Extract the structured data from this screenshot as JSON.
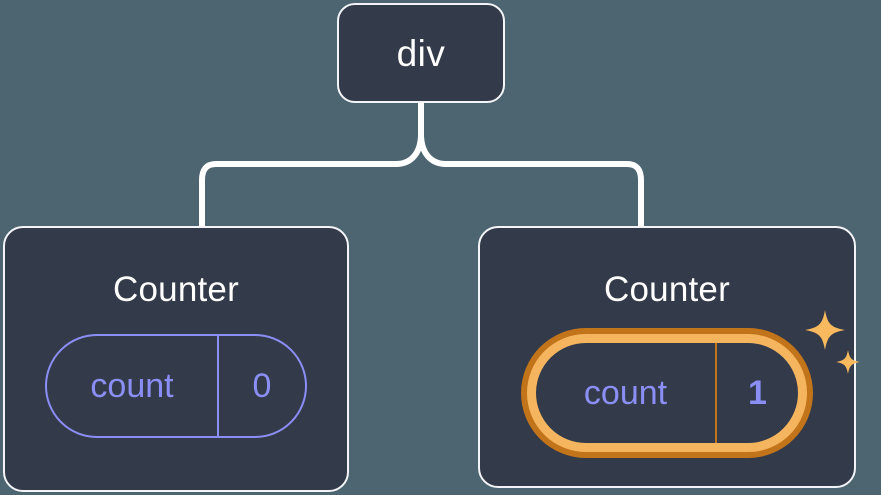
{
  "diagram": {
    "type": "component-tree",
    "background_color": "#4c6570",
    "node_fill_color": "#333a49",
    "node_border_color": "#f2f4f7",
    "edge_color": "#ffffff",
    "state_accent_color": "#8b8ef5",
    "highlight_outer_color": "#c2741a",
    "highlight_inner_color": "#f5b55e",
    "sparkle_color": "#f8b95f"
  },
  "root": {
    "label": "div"
  },
  "children": [
    {
      "title": "Counter",
      "state": {
        "key": "count",
        "value": "0"
      },
      "highlighted": false
    },
    {
      "title": "Counter",
      "state": {
        "key": "count",
        "value": "1"
      },
      "highlighted": true,
      "sparkle_icons": [
        "sparkle-large",
        "sparkle-small"
      ]
    }
  ]
}
